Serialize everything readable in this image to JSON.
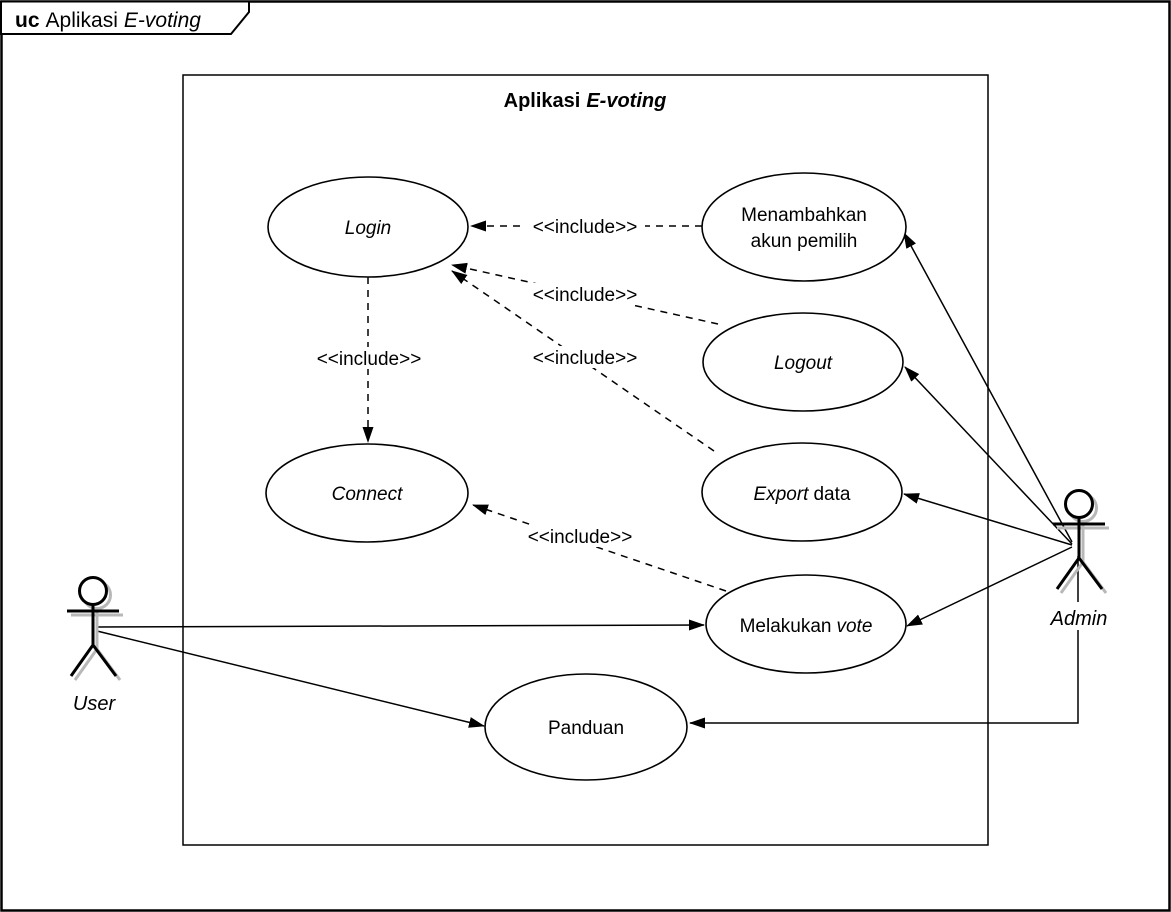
{
  "frame": {
    "keyword": "uc",
    "name_regular": "Aplikasi",
    "name_italic": "E-voting"
  },
  "system_boundary": {
    "title_regular": "Aplikasi",
    "title_italic": "E-voting"
  },
  "stereotype": {
    "include": "<<include>>"
  },
  "use_cases": {
    "login": {
      "label": "Login"
    },
    "add_voter_account": {
      "line1": "Menambahkan",
      "line2": "akun pemilih"
    },
    "logout": {
      "label": "Logout"
    },
    "export_data": {
      "label_italic": "Export",
      "label_regular": "data"
    },
    "connect": {
      "label": "Connect"
    },
    "vote": {
      "label_regular": "Melakukan",
      "label_italic": "vote"
    },
    "guide": {
      "label": "Panduan"
    }
  },
  "actors": {
    "user": {
      "label": "User"
    },
    "admin": {
      "label": "Admin"
    }
  },
  "colors": {
    "stroke": "#000000",
    "fill": "#ffffff",
    "shadow": "#b8b8b8"
  }
}
